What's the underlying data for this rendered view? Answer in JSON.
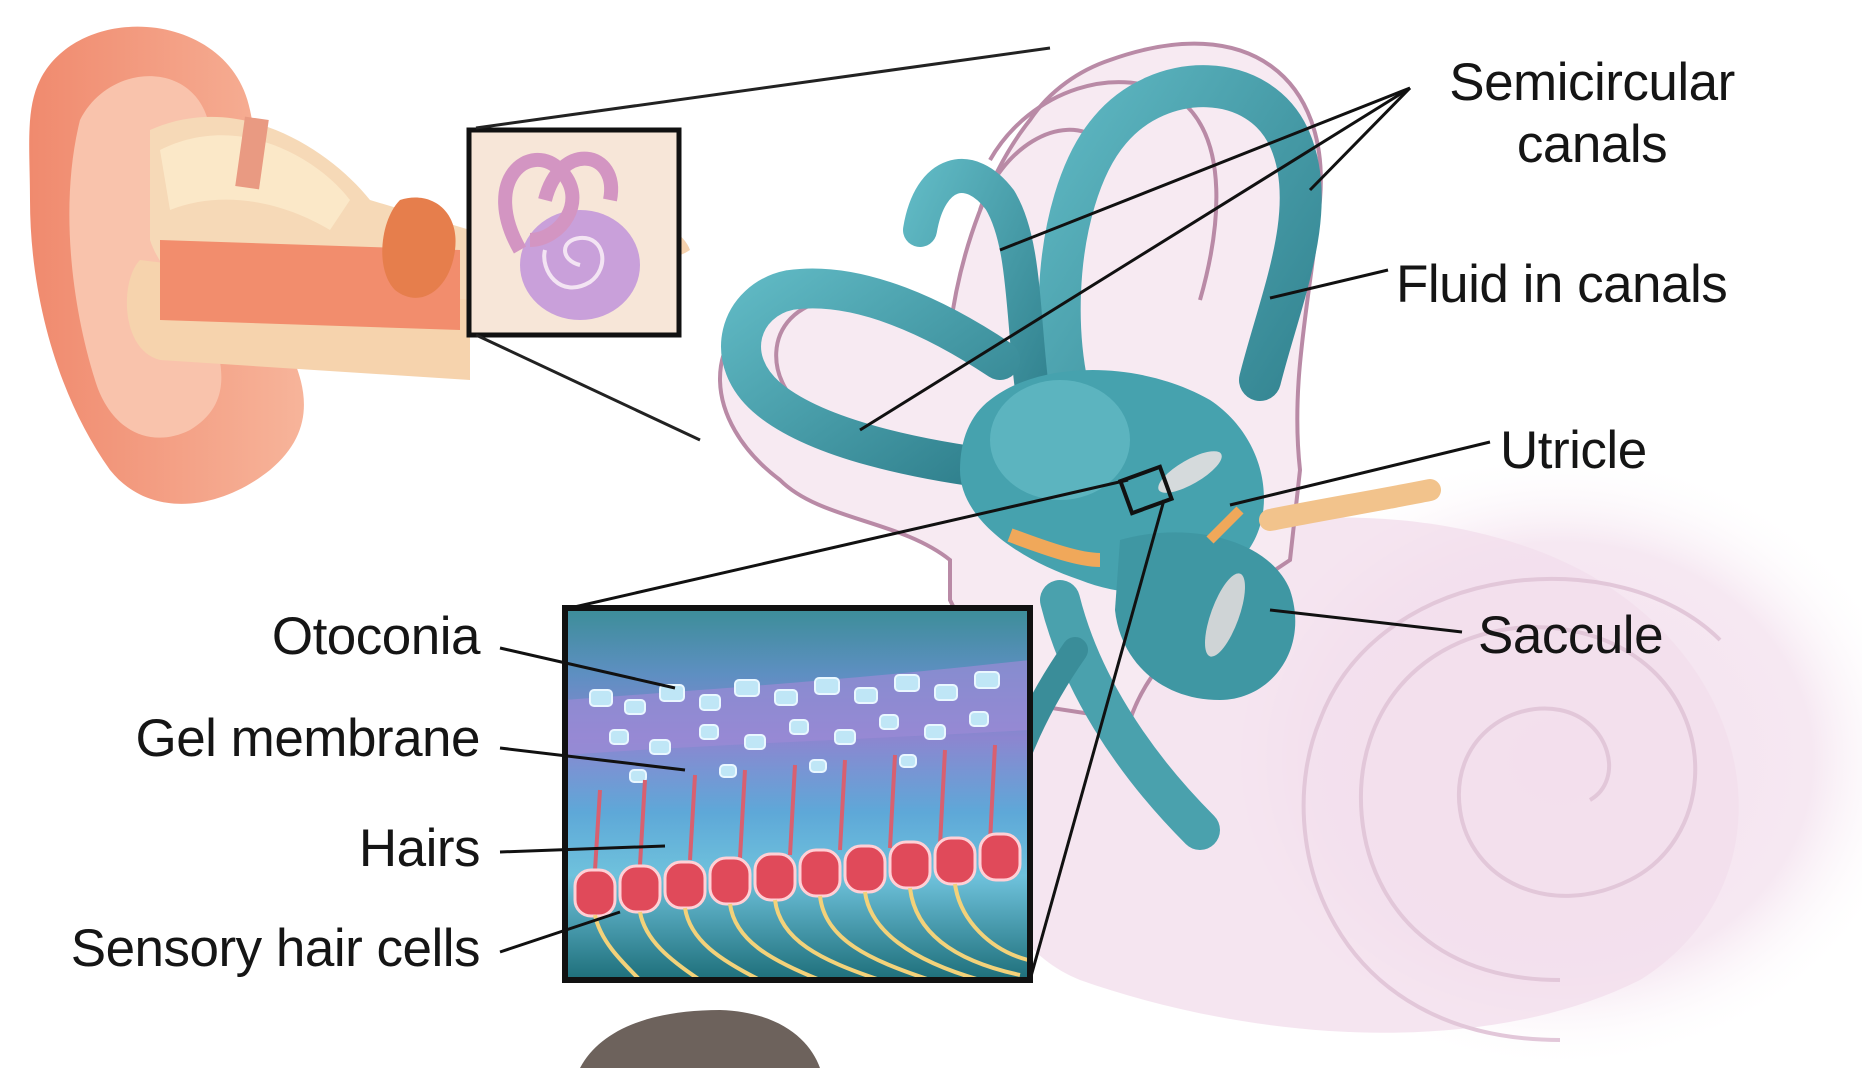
{
  "labels": {
    "semicircular": "Semicircular canals",
    "fluid": "Fluid in canals",
    "utricle": "Utricle",
    "saccule": "Saccule",
    "otoconia": "Otoconia",
    "gel": "Gel membrane",
    "hairs": "Hairs",
    "sensory": "Sensory hair cells"
  },
  "colors": {
    "canal_teal": "#3f9aa6",
    "outer_ear": "#f2a084",
    "membrane_pink": "#b98aa6",
    "cochlea_lilac": "#ecd4e4",
    "hair_cell_red": "#e04a5a"
  }
}
